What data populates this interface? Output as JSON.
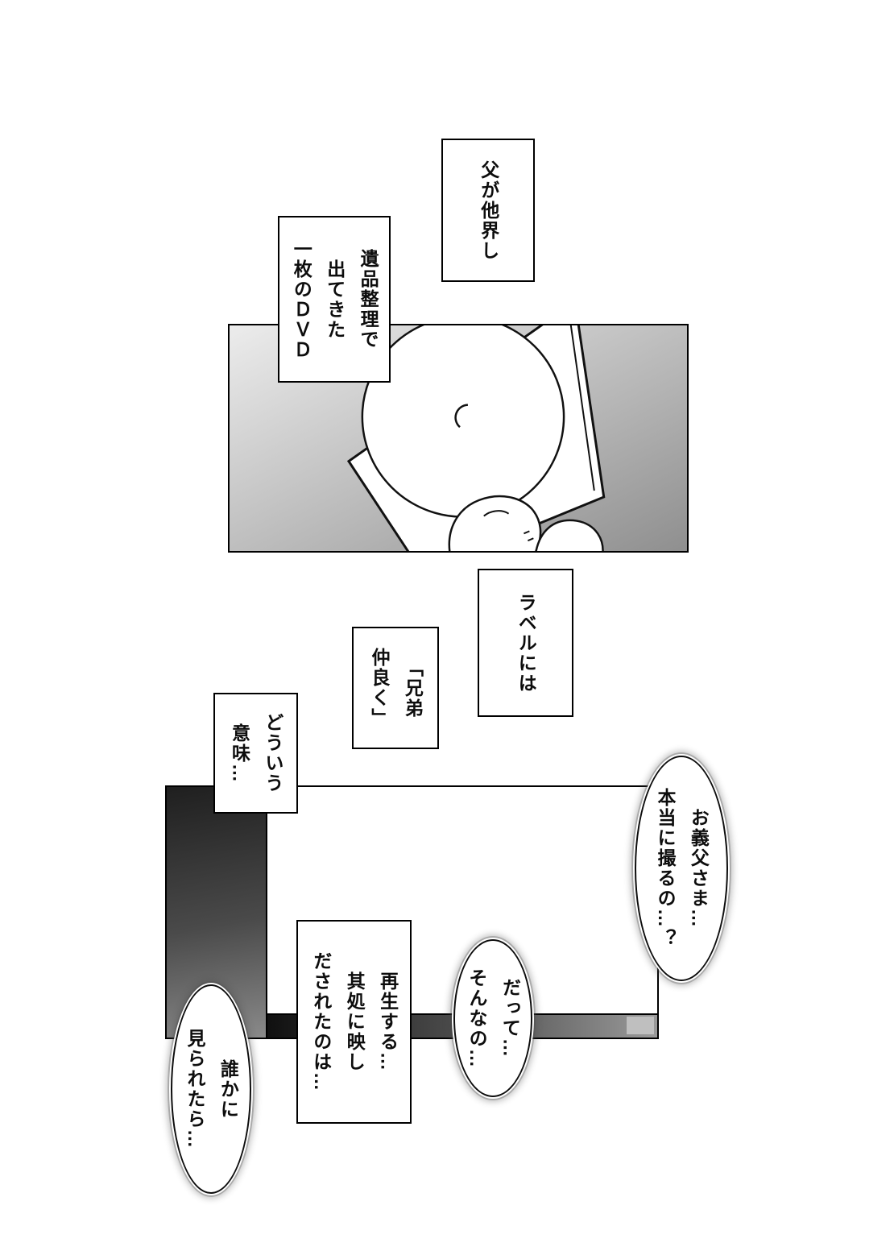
{
  "page": {
    "kind": "manga-page"
  },
  "colors": {
    "ink": "#000000",
    "paper": "#ffffff",
    "panel_gradient_light": "#e8e8e8",
    "panel_gradient_dark": "#8f8f8f",
    "tv_dark": "#1f1f1f",
    "tv_notch_gray": "#bfbfbf"
  },
  "narration_boxes": [
    {
      "id": "father-passed",
      "text": "父が他界し"
    },
    {
      "id": "dvd-found",
      "text": "遺品整理で\n出てきた\n一枚のＤＶＤ"
    },
    {
      "id": "label",
      "text": "ラベルには"
    },
    {
      "id": "label-title",
      "text": "「兄弟\n仲良く」"
    },
    {
      "id": "meaning",
      "text": "どういう\n意味…"
    },
    {
      "id": "playback",
      "text": "再生する…\n其処に映し\nだされたのは…"
    }
  ],
  "speech_bubbles": [
    {
      "id": "bubble-1",
      "text": "お義父さま…\n本当に撮るの…？"
    },
    {
      "id": "bubble-2",
      "text": "だって…\nそんなの…"
    },
    {
      "id": "bubble-3",
      "text": "誰かに\n見られたら…"
    }
  ],
  "illustrations": {
    "dvd_panel": "hand holding a DVD disc over its case",
    "tv_panel": "blank television screen"
  }
}
